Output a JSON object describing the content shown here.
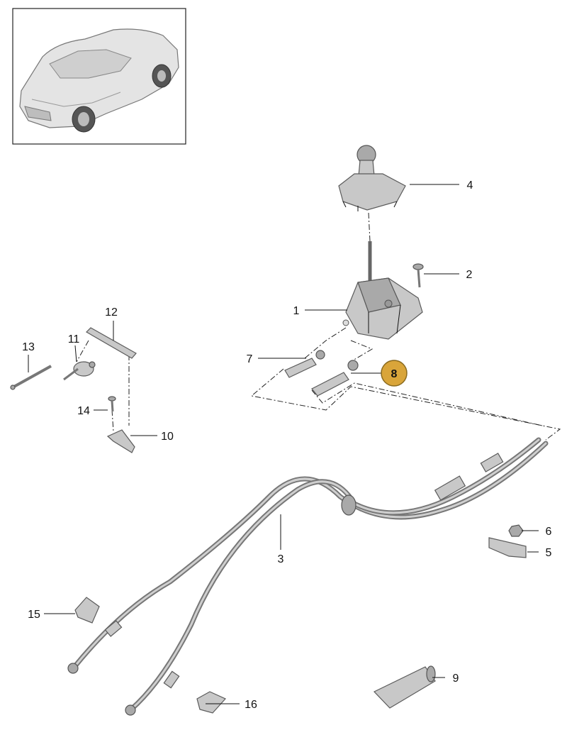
{
  "callouts": [
    {
      "id": "1",
      "label": "1"
    },
    {
      "id": "2",
      "label": "2"
    },
    {
      "id": "3",
      "label": "3"
    },
    {
      "id": "4",
      "label": "4"
    },
    {
      "id": "5",
      "label": "5"
    },
    {
      "id": "6",
      "label": "6"
    },
    {
      "id": "7",
      "label": "7"
    },
    {
      "id": "8",
      "label": "8",
      "highlighted": true
    },
    {
      "id": "9",
      "label": "9"
    },
    {
      "id": "10",
      "label": "10"
    },
    {
      "id": "11",
      "label": "11"
    },
    {
      "id": "12",
      "label": "12"
    },
    {
      "id": "13",
      "label": "13"
    },
    {
      "id": "14",
      "label": "14"
    },
    {
      "id": "15",
      "label": "15"
    },
    {
      "id": "16",
      "label": "16"
    }
  ],
  "colors": {
    "highlight_badge": "#d9a53a",
    "highlight_border": "#8a6a1e",
    "part_fill": "#c8c8c8",
    "line": "#111111"
  },
  "icons": {
    "vehicle_thumbnail": "car-icon"
  }
}
